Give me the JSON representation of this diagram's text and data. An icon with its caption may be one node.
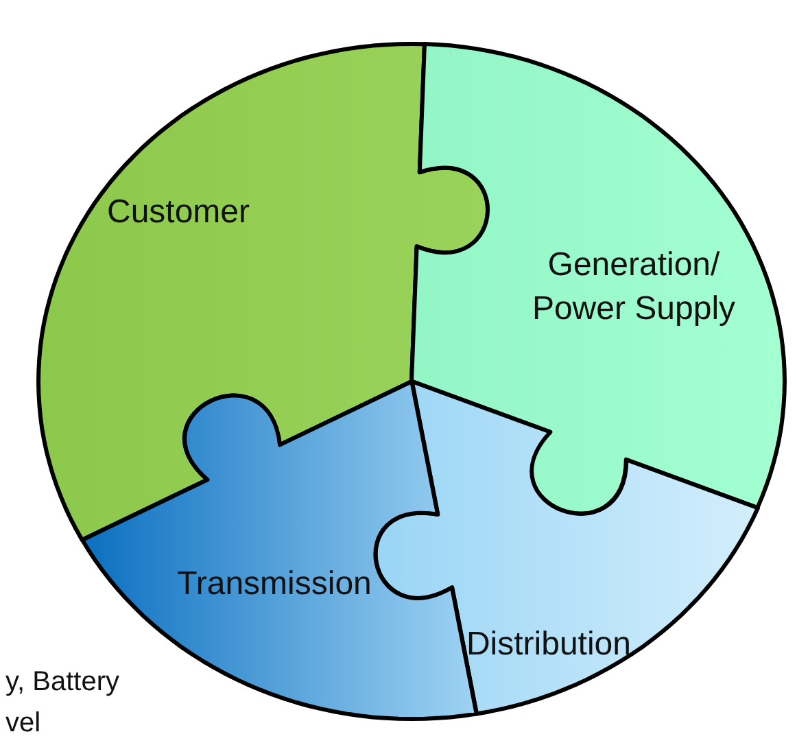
{
  "diagram": {
    "nodes": [
      {
        "text": [
          "Customer"
        ]
      },
      {
        "text": [
          "Generation/ Power Supply"
        ]
      },
      {
        "text": [
          "Transmission"
        ]
      },
      {
        "text": [
          "Distribution"
        ]
      }
    ],
    "labels": [
      "y, Battery",
      "vel"
    ]
  }
}
